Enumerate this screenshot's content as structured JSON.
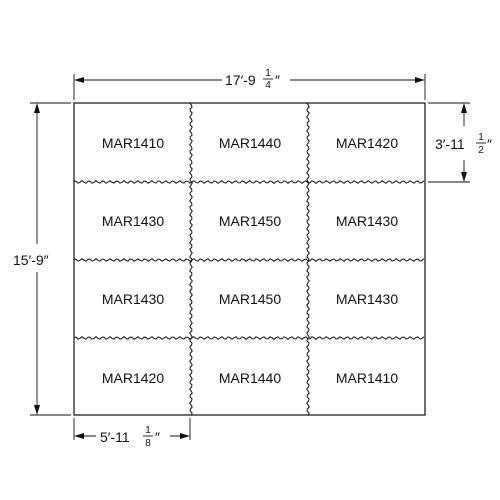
{
  "tiles": [
    [
      "MAR1410",
      "MAR1440",
      "MAR1420"
    ],
    [
      "MAR1430",
      "MAR1450",
      "MAR1430"
    ],
    [
      "MAR1430",
      "MAR1450",
      "MAR1430"
    ],
    [
      "MAR1420",
      "MAR1440",
      "MAR1410"
    ]
  ],
  "dimensions": {
    "overall_width": {
      "whole": "17′-9",
      "num": "1",
      "den": "4",
      "tail": "″"
    },
    "overall_height": {
      "text": "15′-9″"
    },
    "tile_height": {
      "whole": "3′-11",
      "num": "1",
      "den": "2",
      "tail": "″"
    },
    "tile_width": {
      "whole": "5′-11",
      "num": "1",
      "den": "8",
      "tail": "″"
    }
  }
}
